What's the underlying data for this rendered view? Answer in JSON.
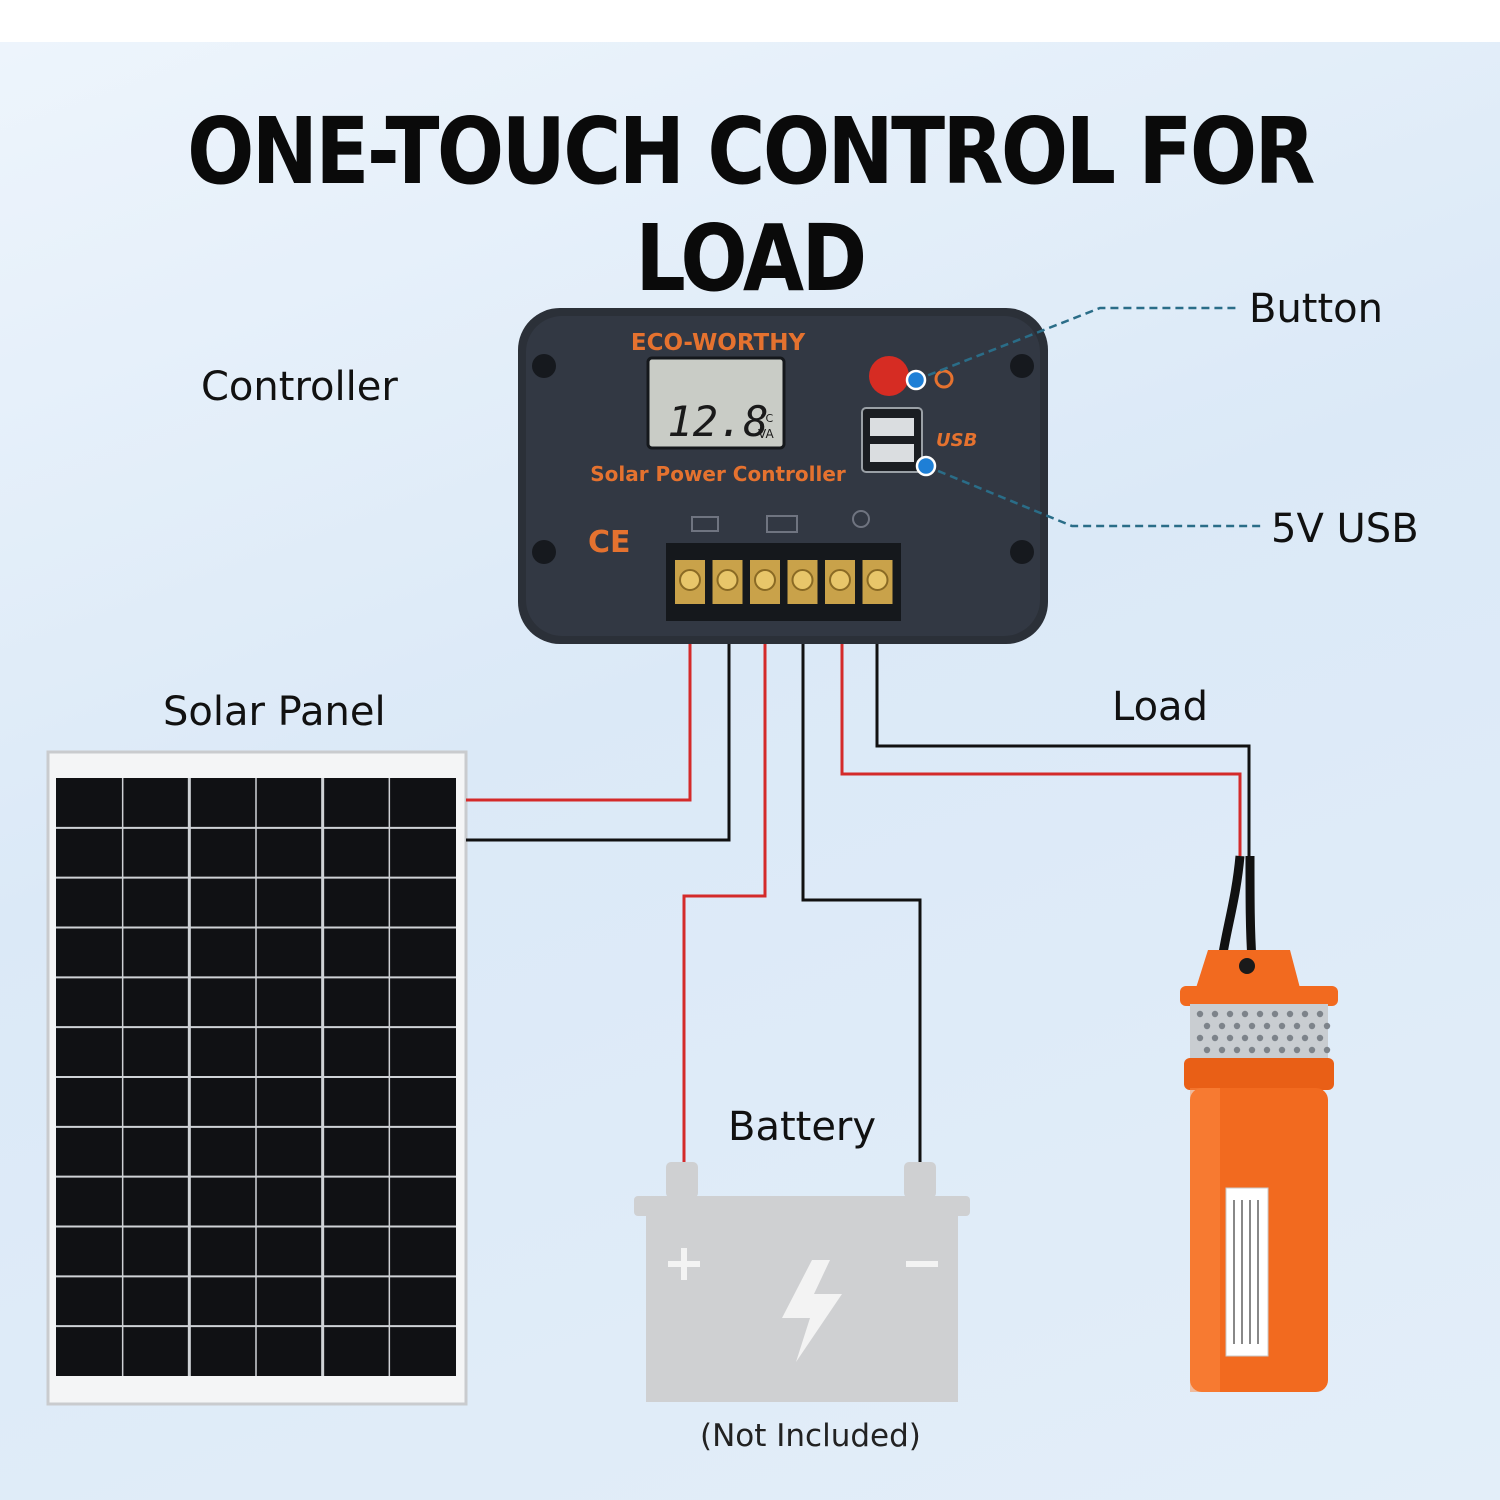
{
  "title": "ONE-TOUCH CONTROL FOR LOAD",
  "labels": {
    "controller": "Controller",
    "button": "Button",
    "usb": "5V USB",
    "solar_panel": "Solar Panel",
    "load": "Load",
    "battery": "Battery",
    "not_included": "(Not Included)"
  },
  "controller": {
    "brand": "ECO-WORTHY",
    "display_value": "12.8",
    "display_unit_top": "°C",
    "display_unit_bottom": "VA",
    "model_text": "Solar Power Controller",
    "usb_text": "USB",
    "ce_mark": "CE"
  },
  "colors": {
    "accent_orange": "#e5722f",
    "controller_body": "#2b3038",
    "callout_blue": "#1e7fd6",
    "wire_red": "#d42a2a",
    "wire_black": "#111111",
    "pump_orange": "#f26a1f",
    "battery_gray": "#cfd0d2"
  }
}
